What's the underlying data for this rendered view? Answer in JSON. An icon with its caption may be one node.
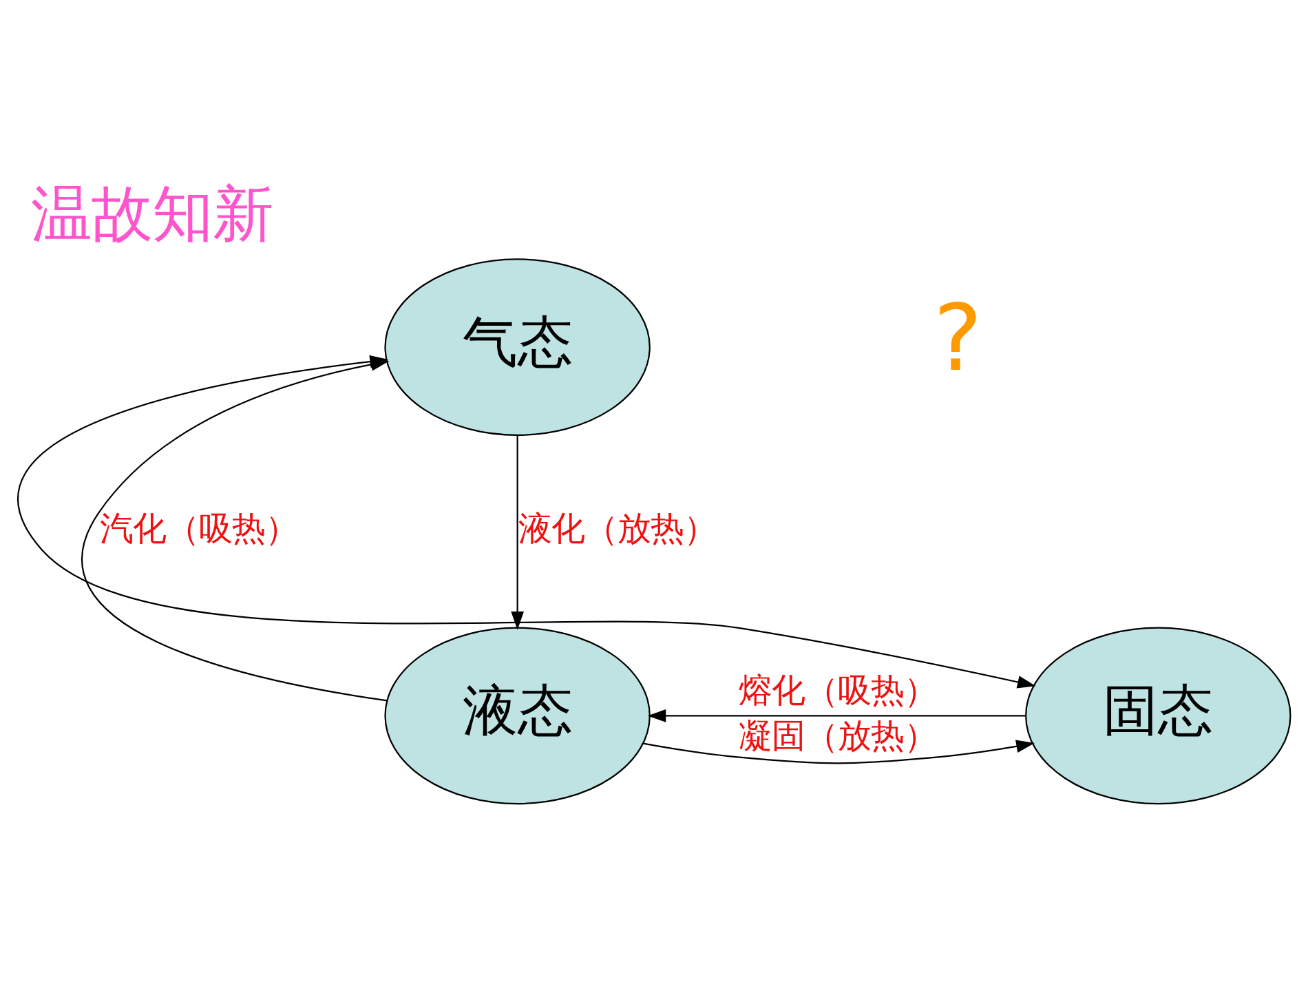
{
  "diagram": {
    "title": "温故知新",
    "nodes": [
      {
        "text": [
          "气态"
        ]
      },
      {
        "text": [
          "固态"
        ]
      },
      {
        "text": [
          "液态"
        ]
      }
    ],
    "edges": [
      {
        "from": 1,
        "to": 0,
        "arrow": "both"
      },
      {
        "from": 2,
        "to": 0,
        "arrow": "to",
        "label": "汽化（吸热）"
      },
      {
        "from": 0,
        "to": 2,
        "arrow": "to",
        "label": "液化（放热）"
      },
      {
        "from": 1,
        "to": 2,
        "arrow": "to",
        "label": "熔化（吸热）"
      },
      {
        "from": 2,
        "to": 1,
        "arrow": "to",
        "label": "凝固（放热）"
      }
    ],
    "labels": [
      "?"
    ]
  }
}
